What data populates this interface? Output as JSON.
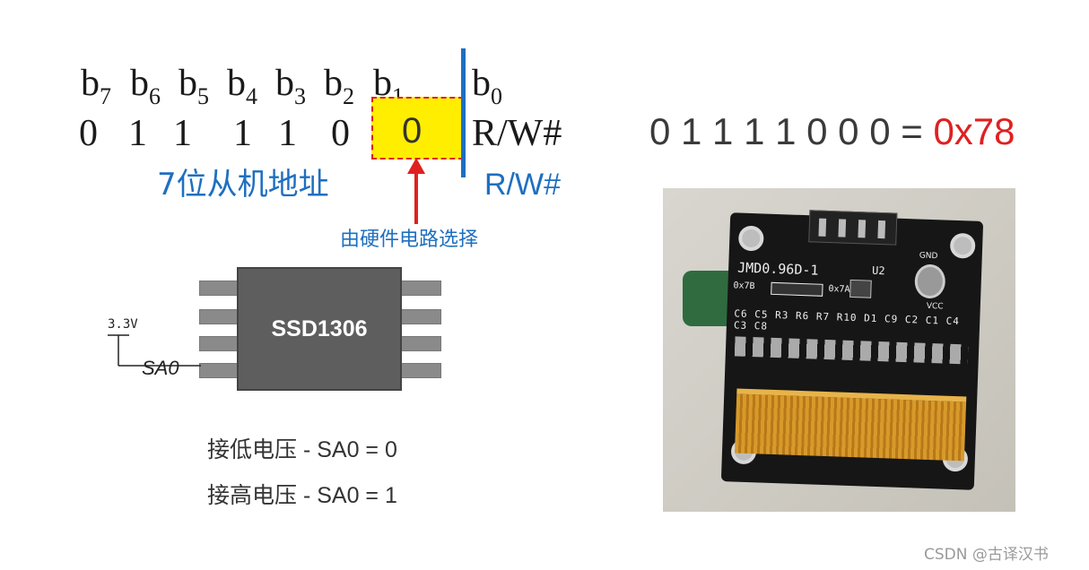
{
  "bits": {
    "labels": [
      {
        "base": "b",
        "sub": "7"
      },
      {
        "base": "b",
        "sub": "6"
      },
      {
        "base": "b",
        "sub": "5"
      },
      {
        "base": "b",
        "sub": "4"
      },
      {
        "base": "b",
        "sub": "3"
      },
      {
        "base": "b",
        "sub": "2"
      },
      {
        "base": "b",
        "sub": "1"
      },
      {
        "base": "b",
        "sub": "0"
      }
    ],
    "values": [
      "0",
      "1",
      "1",
      "1",
      "1",
      "0",
      "0"
    ],
    "rw_value": "R/W#",
    "slave_address_label": "7位从机地址",
    "rw_label": "R/W#",
    "hw_select_note": "由硬件电路选择"
  },
  "result": {
    "binary": "0 1 1 1 1 0 0 0",
    "equals": "=",
    "hex": "0x78"
  },
  "chip": {
    "name": "SSD1306",
    "supply": "3.3V",
    "pin": "SA0"
  },
  "notes": [
    "接低电压 - SA0 = 0",
    "接高电压 - SA0 = 1"
  ],
  "board": {
    "model": "JMD0.96D-1",
    "addr_a": "0x7B",
    "addr_b": "0x7A",
    "u2": "U2",
    "gnd": "GND",
    "vcc": "VCC",
    "components": [
      "C6",
      "C5",
      "R3",
      "R6",
      "R7",
      "R10",
      "D1",
      "C9",
      "C2",
      "C1",
      "C4",
      "C3",
      "C8"
    ]
  },
  "watermark": "CSDN @古译汉书",
  "colors": {
    "blue": "#1e6fc0",
    "red": "#e02020",
    "highlight": "#ffee00",
    "chip": "#5e5e5e"
  }
}
